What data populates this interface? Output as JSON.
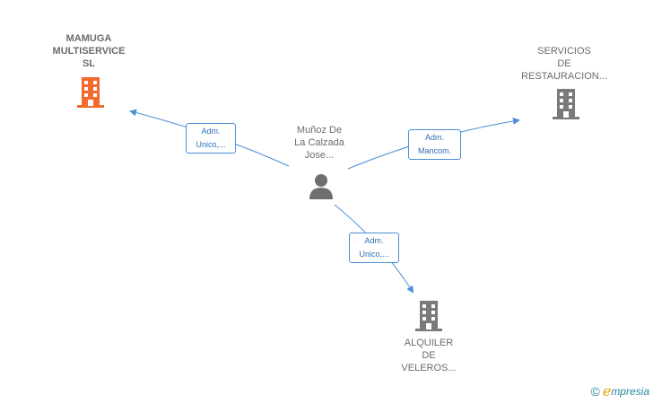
{
  "nodes": {
    "center": {
      "lines": [
        "Muñoz De",
        "La Calzada",
        "Jose..."
      ],
      "icon": "person-icon"
    },
    "mamuga": {
      "lines": [
        "MAMUGA",
        "MULTISERVICE",
        "SL"
      ],
      "icon": "building-icon",
      "color": "#f26b2c"
    },
    "servicios": {
      "lines": [
        "SERVICIOS",
        "DE",
        "RESTAURACION..."
      ],
      "icon": "building-icon",
      "color": "#7a7a7a"
    },
    "alquiler": {
      "lines": [
        "ALQUILER",
        "DE",
        "VELEROS..."
      ],
      "icon": "building-icon",
      "color": "#7a7a7a"
    }
  },
  "edges": {
    "to_mamuga": {
      "lines": [
        "Adm.",
        "Unico,..."
      ]
    },
    "to_servicios": {
      "lines": [
        "Adm.",
        "Mancom."
      ]
    },
    "to_alquiler": {
      "lines": [
        "Adm.",
        "Unico,..."
      ]
    }
  },
  "colors": {
    "edge": "#4a8fd8",
    "person": "#6e6e6e"
  },
  "brand": {
    "copyright": "©",
    "e": "e",
    "rest": "mpresia"
  }
}
